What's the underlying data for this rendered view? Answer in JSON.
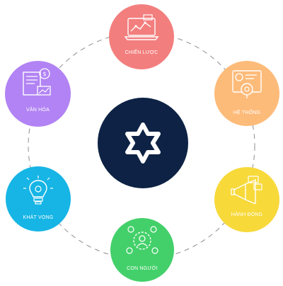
{
  "colors": {
    "chien_luoc": "#f37e7e",
    "he_thong": "#fdbb7a",
    "hanh_dong": "#f7d93a",
    "con_nguoi": "#43d06a",
    "khat_vong": "#16b5e5",
    "van_hoa": "#b283f4",
    "center": "#0d2244",
    "ring": "#8d8d8d"
  },
  "nodes": {
    "chien_luoc": {
      "label": "CHIẾN LƯỢC",
      "icon": "strategy-laptop-icon"
    },
    "he_thong": {
      "label": "HỆ THỐNG",
      "icon": "system-dashboard-icon"
    },
    "hanh_dong": {
      "label": "HÀNH ĐỘNG",
      "icon": "megaphone-icon"
    },
    "con_nguoi": {
      "label": "CON NGƯỜI",
      "icon": "people-network-icon"
    },
    "khat_vong": {
      "label": "KHÁT VỌNG",
      "icon": "lightbulb-icon"
    },
    "van_hoa": {
      "label": "VĂN HÓA",
      "icon": "document-money-icon"
    }
  },
  "center": {
    "icon": "six-point-star-logo-icon"
  }
}
